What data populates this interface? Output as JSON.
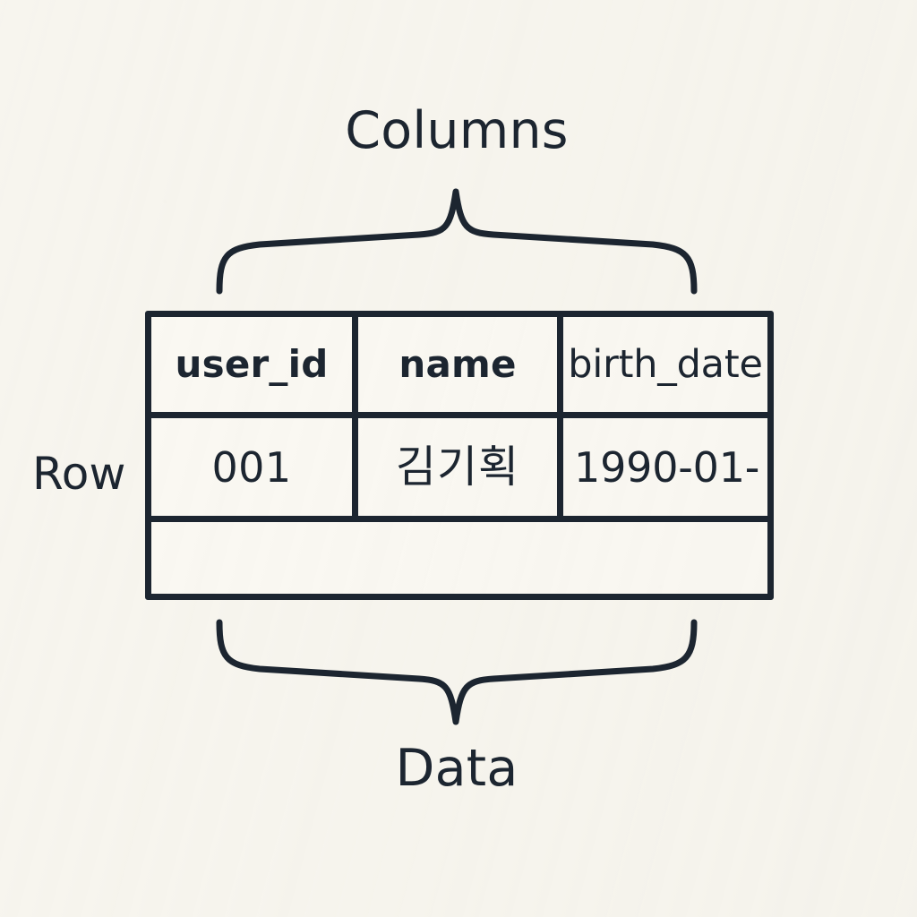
{
  "canvas": {
    "background_color": "#f7f5ee",
    "ink_color": "#1c2530"
  },
  "annotations": {
    "columns_label": "Columns",
    "data_label": "Data",
    "row_label": "Row"
  },
  "table": {
    "headers": [
      "user_id",
      "name",
      "birth_date"
    ],
    "rows": [
      [
        "001",
        "김기획",
        "1990-01-"
      ]
    ],
    "empty_row_count": 1
  }
}
